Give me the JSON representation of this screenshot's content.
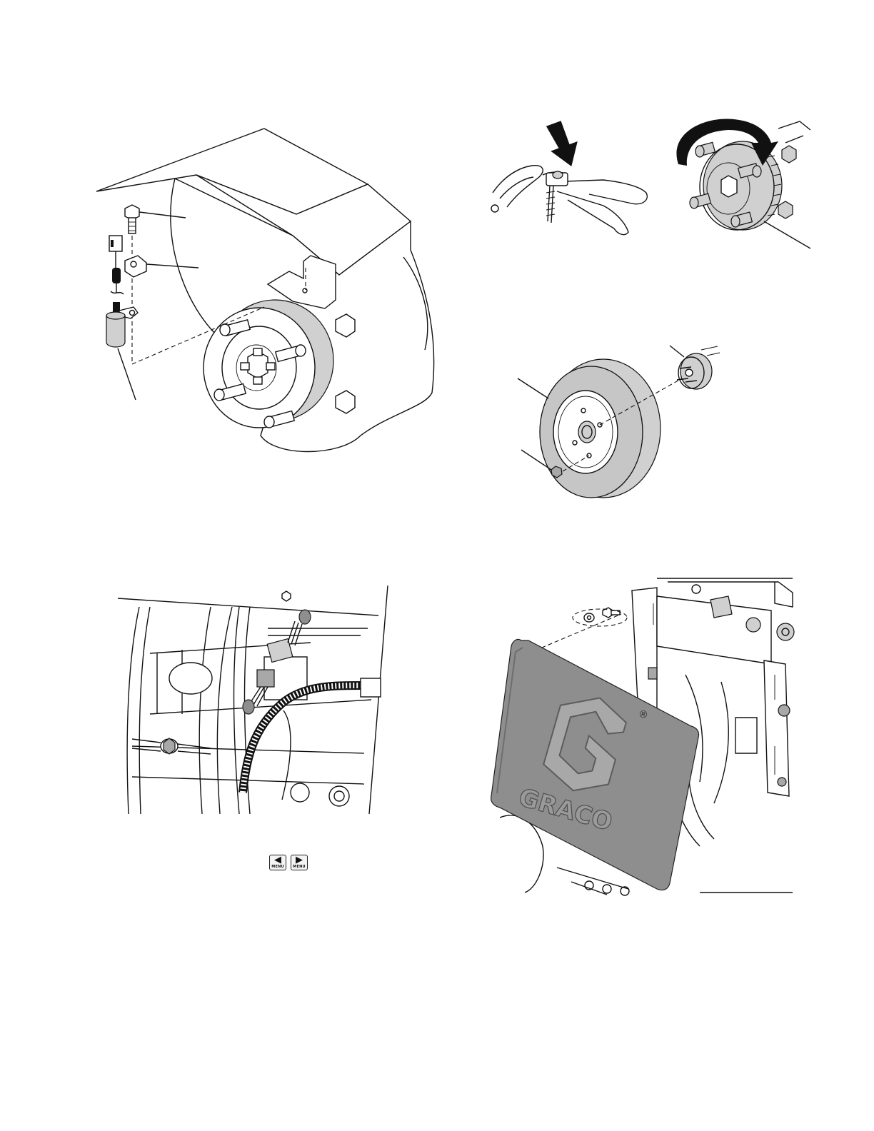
{
  "figures": {
    "speed_sensor": {
      "caption": ""
    },
    "brake_and_hub": {
      "caption": ""
    },
    "wheel_install": {
      "caption": ""
    },
    "harness_connection": {
      "caption": ""
    },
    "cover_install": {
      "caption": ""
    }
  },
  "menu_buttons": [
    {
      "icon": "arrow-left-icon",
      "label": "MENU"
    },
    {
      "icon": "arrow-right-icon",
      "label": "MENU"
    }
  ],
  "logo": {
    "text": "GRACO",
    "mark": "®"
  },
  "colors": {
    "line": "#111111",
    "cover_gray": "#8e8e8e",
    "wheel_gray": "#cfcfcf"
  }
}
